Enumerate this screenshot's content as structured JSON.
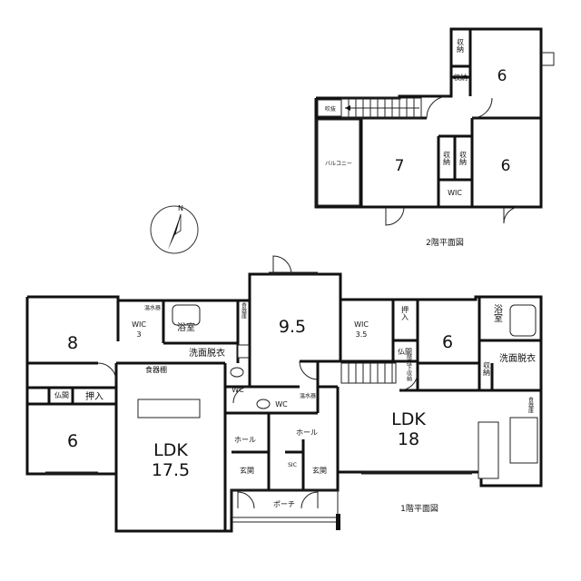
{
  "floors": {
    "first_label": "1階平面図",
    "second_label": "2階平面図"
  },
  "compass": {
    "north": "N"
  },
  "rooms_2f": {
    "room_top_right": "6",
    "room_center": "7",
    "room_right": "6",
    "storage_1": "収納",
    "storage_2": "収納",
    "storage_3": "収納",
    "storage_4": "収納",
    "wic": "WIC",
    "balcony": "バルコニー",
    "hatch": "吹抜"
  },
  "rooms_1f_left": {
    "room_8": "8",
    "wic": "WIC",
    "wic_size": "3",
    "water_heater": "温水器",
    "bath": "浴室",
    "pantry_small": "食器庫",
    "washroom": "洗面脱衣",
    "dish_storage": "食器棚",
    "butsuma": "仏間",
    "oshiire": "押入",
    "room_6": "6",
    "ldk": "LDK",
    "ldk_size": "17.5",
    "wc": "WC",
    "hall": "ホール",
    "entrance": "玄関"
  },
  "rooms_1f_center": {
    "room_95": "9.5",
    "wc": "WC",
    "water_heater": "温水器",
    "hall": "ホール",
    "sic": "SIC",
    "entrance": "玄関",
    "porch": "ポーチ"
  },
  "rooms_1f_right": {
    "wic": "WIC",
    "wic_size": "3.5",
    "oshiire": "押入",
    "butsuma": "仏間",
    "room_6": "6",
    "stairs_storage": "階段下収納",
    "bath": "浴室",
    "washroom": "洗面脱衣",
    "storage": "収納",
    "pantry": "食器庫",
    "ldk": "LDK",
    "ldk_size": "18"
  },
  "colors": {
    "line": "#111111",
    "background": "#ffffff"
  }
}
